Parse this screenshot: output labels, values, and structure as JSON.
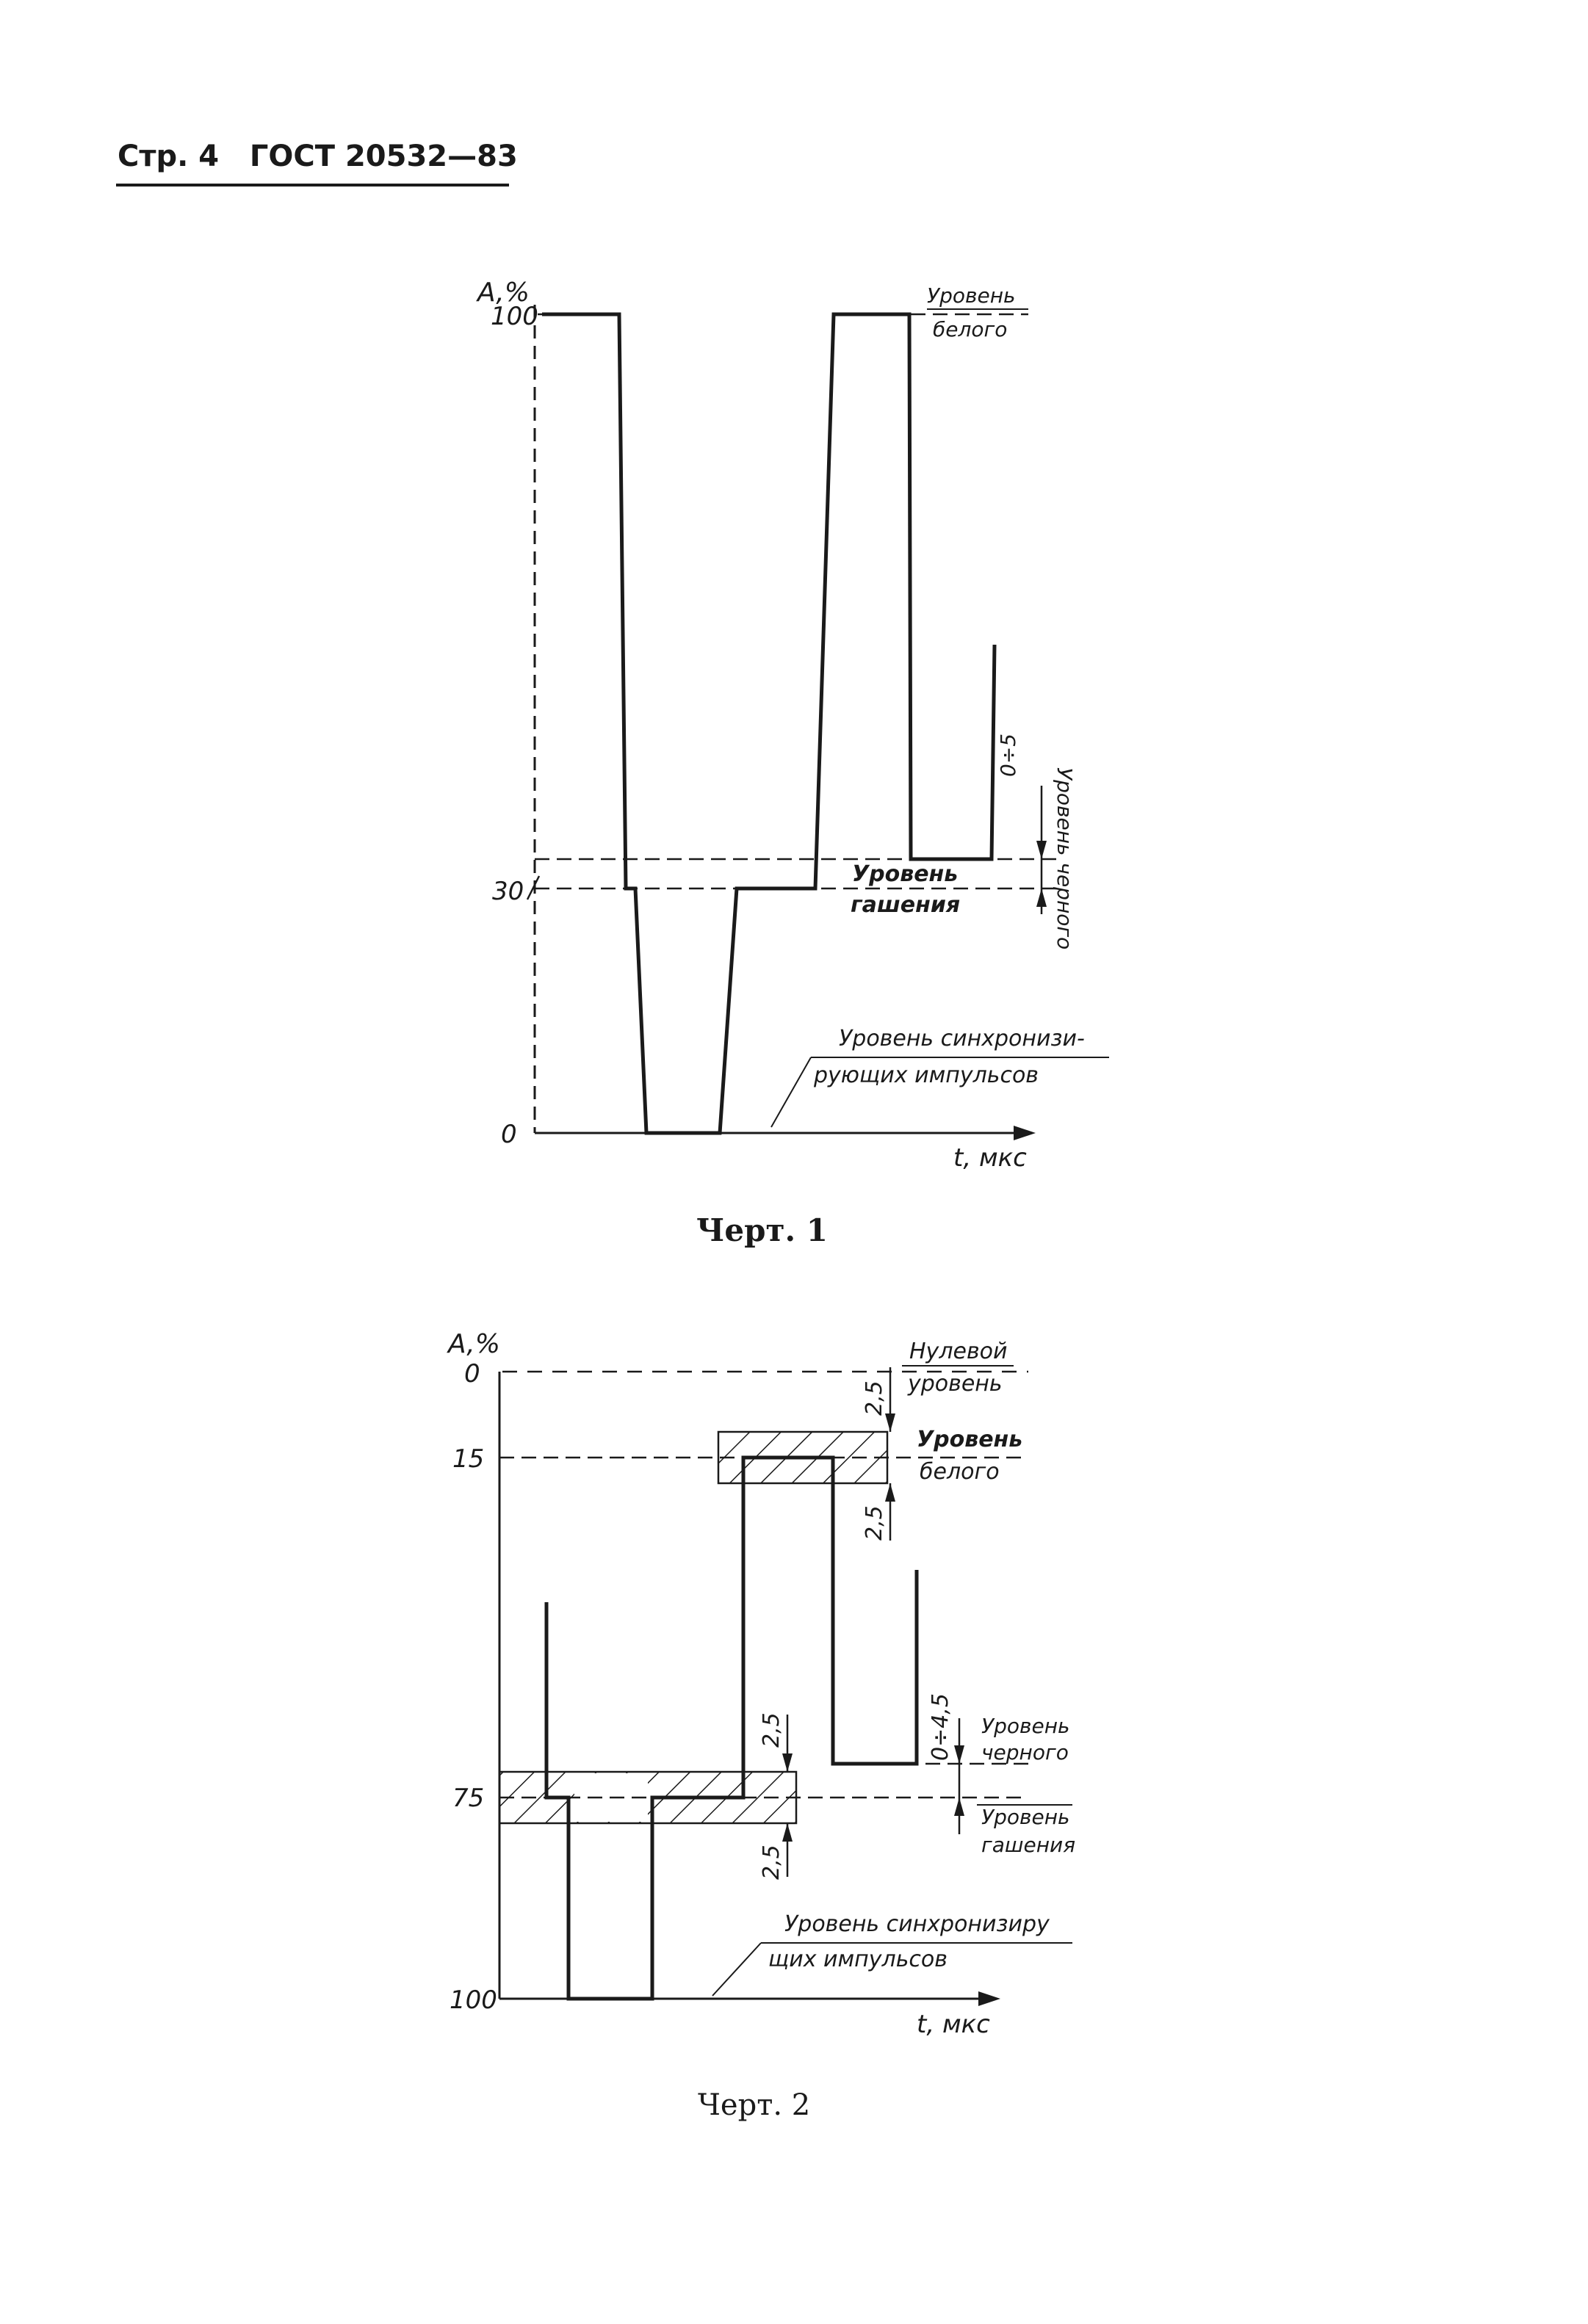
{
  "header": {
    "page": "Стр. 4",
    "standard": "ГОСТ 20532—83"
  },
  "figure1": {
    "caption": "Черт. 1",
    "y_axis_label": "A,%",
    "x_axis_label": "t, мкс",
    "ticks": {
      "t100": "100",
      "t30": "30",
      "t0": "0"
    },
    "labels": {
      "white_1": "Уровень",
      "white_2": "белого",
      "black": "Уровень черного",
      "black_offset": "0÷5",
      "blank_1": "Уровень",
      "blank_2": "гашения",
      "sync_1": "Уровень синхронизи-",
      "sync_2": "рующих импульсов"
    }
  },
  "figure2": {
    "caption": "Черт. 2",
    "y_axis_label": "A,%",
    "x_axis_label": "t, мкс",
    "ticks": {
      "t0": "0",
      "t15": "15",
      "t75": "75",
      "t100": "100"
    },
    "labels": {
      "zero_1": "Нулевой",
      "zero_2": "уровень",
      "white_1": "Уровень",
      "white_2": "белого",
      "black_1": "Уровень",
      "black_2": "черного",
      "blank_1": "Уровень",
      "blank_2": "гашения",
      "sync_1": "Уровень синхронизиру",
      "sync_2": "щих импульсов",
      "tol_a": "2,5",
      "tol_b": "2,5",
      "tol_c": "2,5",
      "tol_d": "2,5",
      "black_offset": "0÷4,5"
    }
  }
}
